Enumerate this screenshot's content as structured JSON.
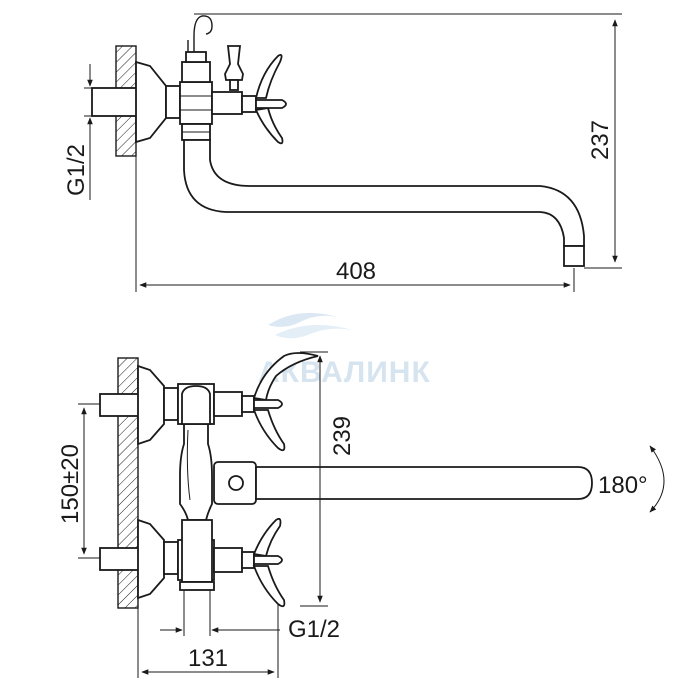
{
  "watermark": {
    "text": "АКВАЛИНК",
    "color": "#d6e4f0"
  },
  "side_view": {
    "thread_label": "G1/2",
    "height_label": "237",
    "length_label": "408"
  },
  "front_view": {
    "spacing_label": "150±20",
    "height_label": "239",
    "rotation_label": "180°",
    "thread_label": "G1/2",
    "depth_label": "131"
  }
}
